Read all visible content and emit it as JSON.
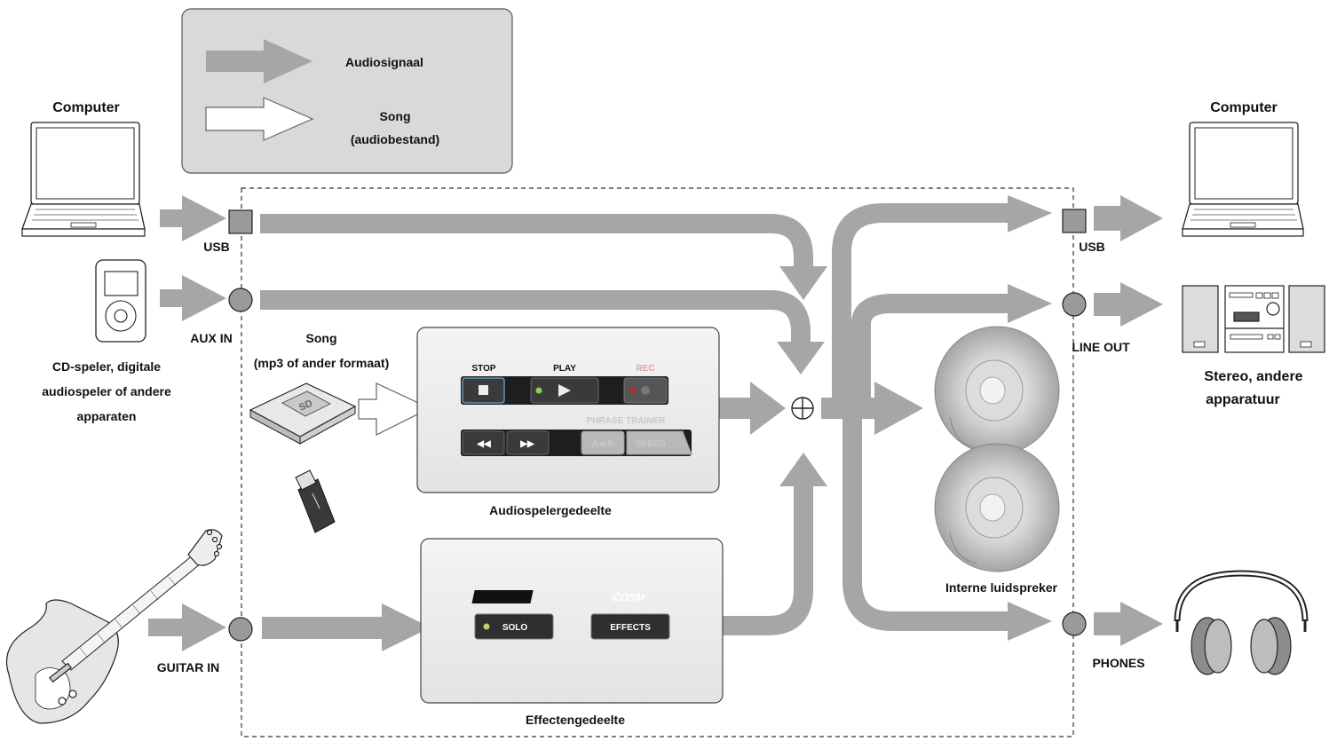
{
  "legend": {
    "audio_signal": "Audiosignaal",
    "song_line1": "Song",
    "song_line2": "(audiobestand)"
  },
  "inputs": {
    "computer_label": "Computer",
    "usb_label": "USB",
    "aux_in_label": "AUX IN",
    "player_line1": "CD-speler, digitale",
    "player_line2": "audiospeler of andere",
    "player_line3": "apparaten",
    "guitar_in_label": "GUITAR IN",
    "song_line1": "Song",
    "song_line2": "(mp3 of ander formaat)"
  },
  "audio_player": {
    "section_label": "Audiospelergedeelte",
    "stop_label": "STOP",
    "play_label": "PLAY",
    "rec_label": "REC",
    "phrase_trainer_label": "PHRASE TRAINER",
    "ab_label": "A◂▸B",
    "speed_label": "SPEED"
  },
  "effects": {
    "section_label": "Effectengedeelte",
    "cosm_label": "COSM",
    "solo_label": "SOLO",
    "effects_label": "EFFECTS"
  },
  "outputs": {
    "computer_label": "Computer",
    "usb_label": "USB",
    "line_out_label": "LINE OUT",
    "stereo_line1": "Stereo, andere",
    "stereo_line2": "apparatuur",
    "speaker_label": "Interne luidspreker",
    "phones_label": "PHONES"
  },
  "colors": {
    "signal_arrow": "#a6a6a6",
    "legend_bg": "#d9d9d9",
    "panel_bg": "#ededed",
    "button_dark": "#2f2f2f",
    "led_green": "#8fd14f",
    "led_red": "#b03030"
  }
}
